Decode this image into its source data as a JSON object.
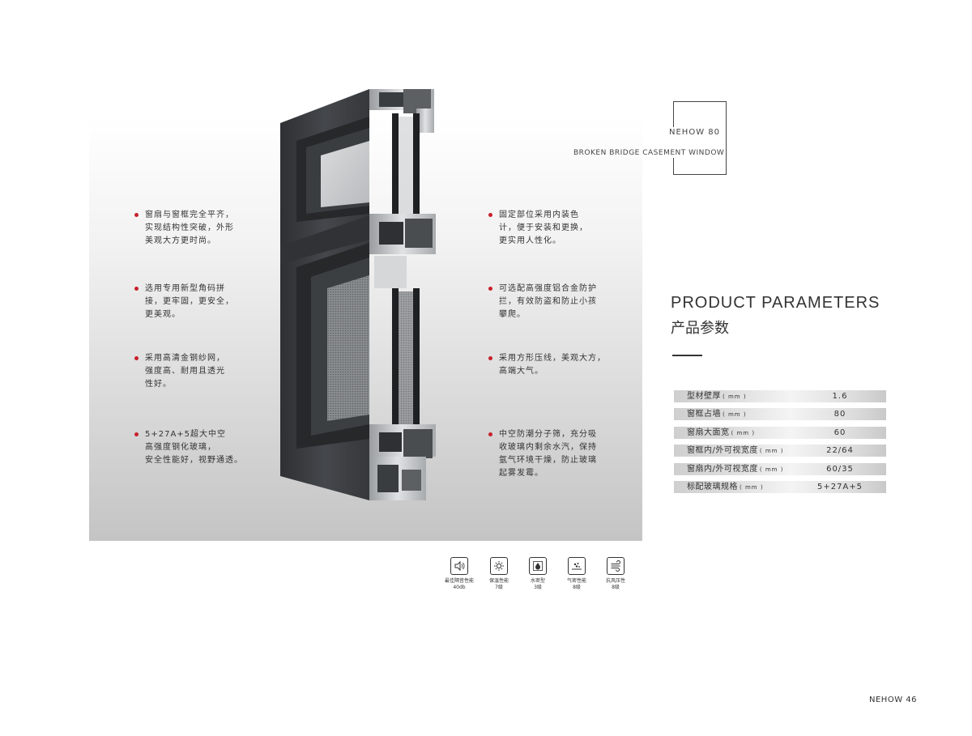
{
  "header": {
    "model": "NEHOW  80",
    "subtitle": "BROKEN BRIDGE CASEMENT WINDOW"
  },
  "features_left": [
    {
      "lines": [
        "窗扇与窗框完全平齐，",
        "实现结构性突破，外形",
        "美观大方更时尚。"
      ]
    },
    {
      "lines": [
        "选用专用新型角码拼",
        "接，更牢固，更安全，",
        "更美观。"
      ]
    },
    {
      "lines": [
        "采用高清金钢纱网，",
        "强度高、耐用且透光",
        "性好。"
      ]
    },
    {
      "lines": [
        "5+27A+5超大中空",
        "高强度钢化玻璃，",
        "安全性能好，视野通透。"
      ]
    }
  ],
  "features_right": [
    {
      "lines": [
        "固定部位采用内装色",
        "计，便于安装和更换，",
        "更实用人性化。"
      ]
    },
    {
      "lines": [
        "可选配高强度铝合金防护",
        "拦，有效防盗和防止小孩",
        "攀爬。"
      ]
    },
    {
      "lines": [
        "采用方形压线，美观大方，",
        "高端大气。"
      ]
    },
    {
      "lines": [
        "中空防潮分子筛，充分吸",
        "收玻璃内剩余水汽，保持",
        "氩气环境干燥，防止玻璃",
        "起雾发霉。"
      ]
    }
  ],
  "parameters": {
    "title_en": "PRODUCT PARAMETERS",
    "title_cn": "产品参数",
    "rows": [
      {
        "label": "型材壁厚",
        "unit": "( mm )",
        "value": "1.6"
      },
      {
        "label": "窗框占墙",
        "unit": "( mm )",
        "value": "80"
      },
      {
        "label": "窗扇大面宽",
        "unit": "( mm )",
        "value": "60"
      },
      {
        "label": "窗框内/外可视宽度",
        "unit": "( mm )",
        "value": "22/64"
      },
      {
        "label": "窗扇内/外可视宽度",
        "unit": "( mm )",
        "value": "60/35"
      },
      {
        "label": "标配玻璃规格",
        "unit": "( mm )",
        "value": "5+27A+5"
      }
    ]
  },
  "performance_icons": [
    {
      "icon": "sound-insulation-icon",
      "name": "最佳隔音性能",
      "level": "40db"
    },
    {
      "icon": "thermal-insulation-icon",
      "name": "保温性能",
      "level": "7级"
    },
    {
      "icon": "water-tightness-icon",
      "name": "水密型",
      "level": "3级"
    },
    {
      "icon": "air-tightness-icon",
      "name": "气密性能",
      "level": "8级"
    },
    {
      "icon": "wind-pressure-icon",
      "name": "抗风压性",
      "level": "8级"
    }
  ],
  "footer": {
    "page_number": "NEHOW 46"
  },
  "colors": {
    "bullet": "#c8202a",
    "frame": "#3b3e41"
  }
}
